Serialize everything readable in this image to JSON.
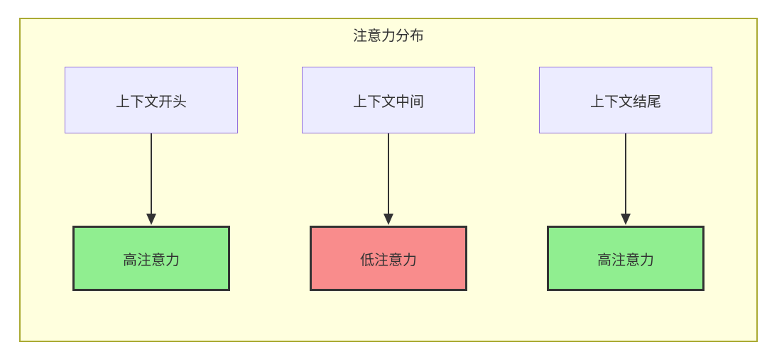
{
  "diagram": {
    "title": "注意力分布",
    "columns": [
      {
        "source": "上下文开头",
        "target": "高注意力",
        "level": "high"
      },
      {
        "source": "上下文中间",
        "target": "低注意力",
        "level": "low"
      },
      {
        "source": "上下文结尾",
        "target": "高注意力",
        "level": "high"
      }
    ],
    "colors": {
      "container_bg": "#ffffde",
      "container_border": "#aaaa33",
      "source_node_bg": "#ECECFF",
      "source_node_border": "#9370DB",
      "high_attention_bg": "#90EE90",
      "low_attention_bg": "#F98C8C",
      "target_node_border": "#333333",
      "arrow": "#333333",
      "text": "#333333"
    }
  }
}
